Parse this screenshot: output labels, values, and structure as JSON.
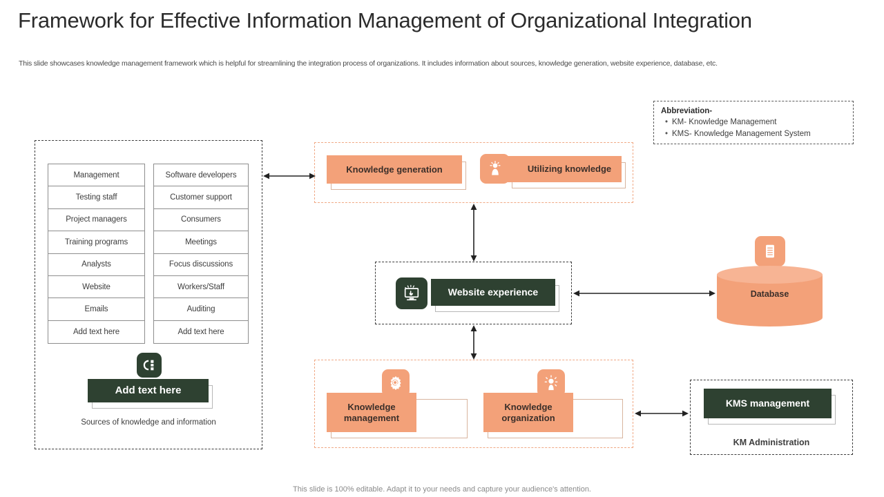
{
  "header": {
    "title": "Framework for Effective Information Management of Organizational Integration",
    "subtitle": "This slide showcases knowledge management framework which is helpful for streamlining the integration process of organizations. It includes information about sources, knowledge generation, website experience, database, etc."
  },
  "footer": {
    "text": "This slide is 100% editable. Adapt it to your needs and capture your audience's attention."
  },
  "sources": {
    "column_left": [
      "Management",
      "Testing staff",
      "Project managers",
      "Training programs",
      "Analysts",
      "Website",
      "Emails",
      "Add text here"
    ],
    "column_right": [
      "Software developers",
      "Customer support",
      "Consumers",
      "Meetings",
      "Focus discussions",
      "Workers/Staff",
      "Auditing",
      "Add text here"
    ],
    "button_label": "Add text here",
    "caption": "Sources of knowledge and information",
    "icon": "sitemap-icon"
  },
  "knowledge_generation": {
    "generation_label": "Knowledge generation",
    "utilizing_label": "Utilizing knowledge",
    "utilizing_icon": "lightbulb-head-icon"
  },
  "website": {
    "label": "Website experience",
    "icon": "monitor-cursor-icon"
  },
  "knowledge_row": {
    "management_label": "Knowledge management",
    "management_icon": "gear-search-icon",
    "organization_label": "Knowledge organization",
    "organization_icon": "idea-person-icon"
  },
  "abbreviation": {
    "title": "Abbreviation-",
    "items": [
      "KM-  Knowledge  Management",
      "KMS- Knowledge  Management  System"
    ],
    "bullet": "•"
  },
  "database": {
    "label": "Database",
    "icon": "database-document-icon"
  },
  "kms": {
    "button_label": "KMS management",
    "caption": "KM Administration"
  },
  "colors": {
    "orange": "#F3A179",
    "orange_light": "#F7B494",
    "dark_green": "#2E4131",
    "dashed_dark": "#3A3A3A",
    "dashed_orange": "#F0A884",
    "text_dark": "#2B2B2B"
  }
}
